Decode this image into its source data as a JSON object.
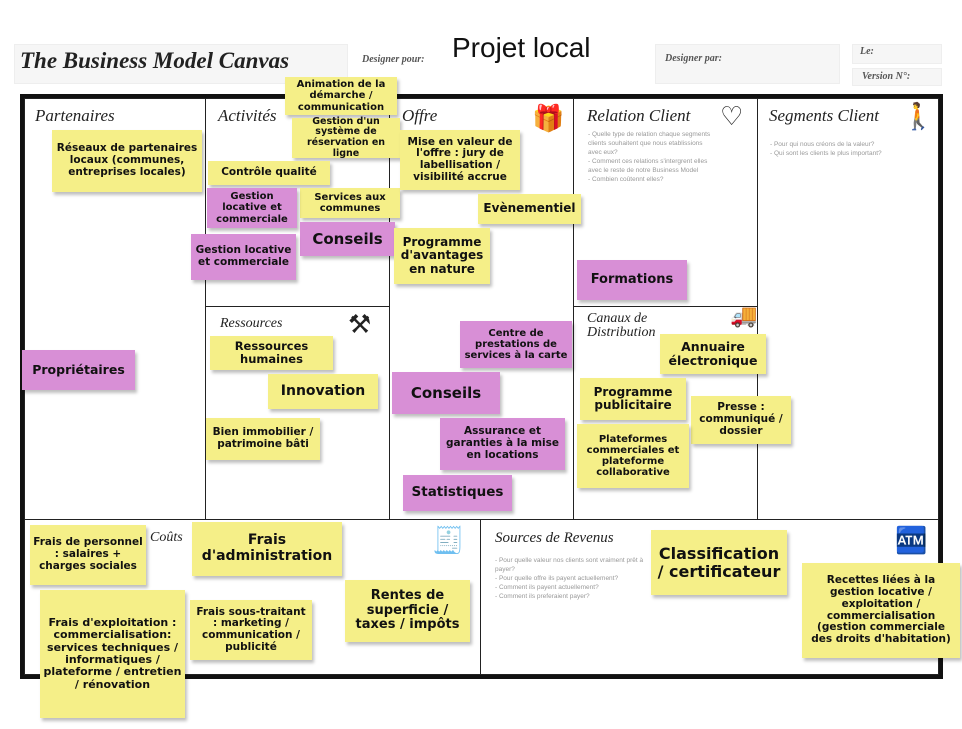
{
  "header": {
    "title": "The Business Model Canvas",
    "designer_for": "Designer pour:",
    "project": "Projet local",
    "designer_by": "Designer par:",
    "date": "Le:",
    "version": "Version N°:"
  },
  "sections": {
    "partners": "Partenaires",
    "activities": "Activités",
    "offer": "Offre",
    "relation": "Relation Client",
    "segments": "Segments Client",
    "resources": "Ressources",
    "channels": "Canaux de Distribution",
    "costs": "Coûts",
    "revenues": "Sources de Revenus"
  },
  "help": {
    "relation": "- Quelle type de relation chaque segments clients souhaitent que nous etablissions avec eux?\n- Comment ces relations s'intergrent elles avec le reste de notre Business Model\n- Combien coûtennt elles?",
    "segments": "- Pour qui nous créons de la valeur?\n- Qui sont les clients le plus important?",
    "revenues": "- Pour quelle valeur nos clients sont vraiment prêt à payer?\n- Pour quelle offre ils payent actuellement?\n- Comment ils payent actuellement?\n- Comment ils preferaient payer?"
  },
  "notes": [
    "Animation de la démarche / communication",
    "Gestion d'un système de réservation en ligne",
    "Réseaux de partenaires locaux (communes, entreprises locales)",
    "Contrôle qualité",
    "Services aux communes",
    "Gestion locative et commerciale",
    "Conseils",
    "Gestion locative et commerciale",
    "Mise en valeur de l'offre : jury de labellisation / visibilité accrue",
    "Evènementiel",
    "Programme d'avantages en nature",
    "Formations",
    "Ressources humaines",
    "Innovation",
    "Bien immobilier / patrimoine bâti",
    "Propriétaires",
    "Centre de prestations de services à la carte",
    "Conseils",
    "Assurance et garanties à la mise en locations",
    "Statistiques",
    "Annuaire électronique",
    "Programme publicitaire",
    "Presse : communiqué / dossier",
    "Plateformes commerciales et plateforme collaborative",
    "Frais de personnel : salaires + charges sociales",
    "Frais d'administration",
    "Frais d'exploitation : commercialisation: services techniques / informatiques / plateforme / entretien / rénovation",
    "Frais sous-traitant : marketing / communication / publicité",
    "Rentes de superficie / taxes / impôts",
    "Classification / certificateur",
    "Recettes liées à la gestion locative / exploitation / commercialisation (gestion commerciale des droits d'habitation)"
  ],
  "colors": {
    "yellow": "#f5ef88",
    "pink": "#d88fd6"
  }
}
